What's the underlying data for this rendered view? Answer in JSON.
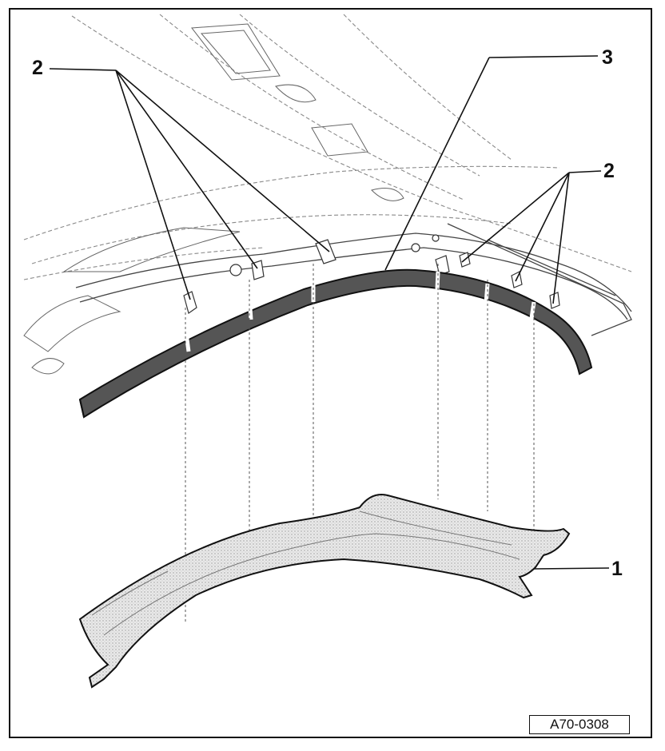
{
  "callouts": {
    "label_2_left": "2",
    "label_3": "3",
    "label_2_right": "2",
    "label_1": "1"
  },
  "figure_id": "A70-0308",
  "colors": {
    "line": "#111111",
    "seal_strip": "#555555",
    "trim_fill": "#dcdcdc",
    "body_outline": "#8a8a8a"
  }
}
